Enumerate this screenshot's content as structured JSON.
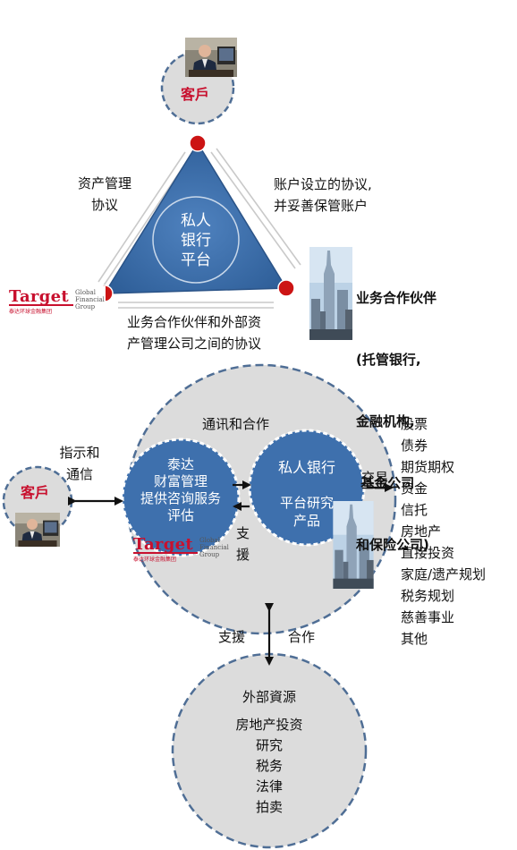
{
  "top_section": {
    "client_label": "客戶",
    "triangle_center": [
      "私人",
      "银行",
      "平台"
    ],
    "left_agreement": [
      "资产管理",
      "协议"
    ],
    "right_agreement": [
      "账户设立的协议,",
      "并妥善保管账户"
    ],
    "bottom_agreement": [
      "业务合作伙伴和外部资",
      "产管理公司之间的协议"
    ],
    "partner_label": [
      "业务合作伙伴",
      "(托管银行,",
      "金融机构,",
      " 基金公司",
      "和保险公司)"
    ]
  },
  "logo": {
    "main": "Target",
    "sub": "Global\nFinancial\nGroup",
    "tagline": "泰达环球金融集团"
  },
  "bottom_section": {
    "circle_title": "通讯和合作",
    "client_label": "客戶",
    "instruct_label": [
      "指示和",
      "通信"
    ],
    "taida_label": [
      "泰达",
      "财富管理",
      "提供咨询服务",
      "评估"
    ],
    "private_bank_title": "私人银行",
    "private_bank_sub": [
      "平台研究",
      "产品"
    ],
    "support_inner": [
      "支",
      "援"
    ],
    "trade_label": "交易",
    "products": [
      "股票",
      "债券",
      "期货期权",
      "资金",
      "信托",
      "房地产",
      "直接投资",
      "家庭/遗产规划",
      "税务规划",
      "慈善事业",
      "其他"
    ],
    "support_label": "支援",
    "cooperate_label": "合作",
    "external_title": "外部資源",
    "external_items": [
      "房地产投资",
      "研究",
      "税务",
      "法律",
      "拍卖"
    ]
  },
  "colors": {
    "triangle_fill": "#3d6ea8",
    "triangle_edge": "#2a5387",
    "node_red": "#cc1414",
    "circle_fill": "#dcdcdc",
    "circle_dash": "#4f6e95",
    "inner_circle_fill": "#3e70ad",
    "brand_red": "#c8102e"
  }
}
